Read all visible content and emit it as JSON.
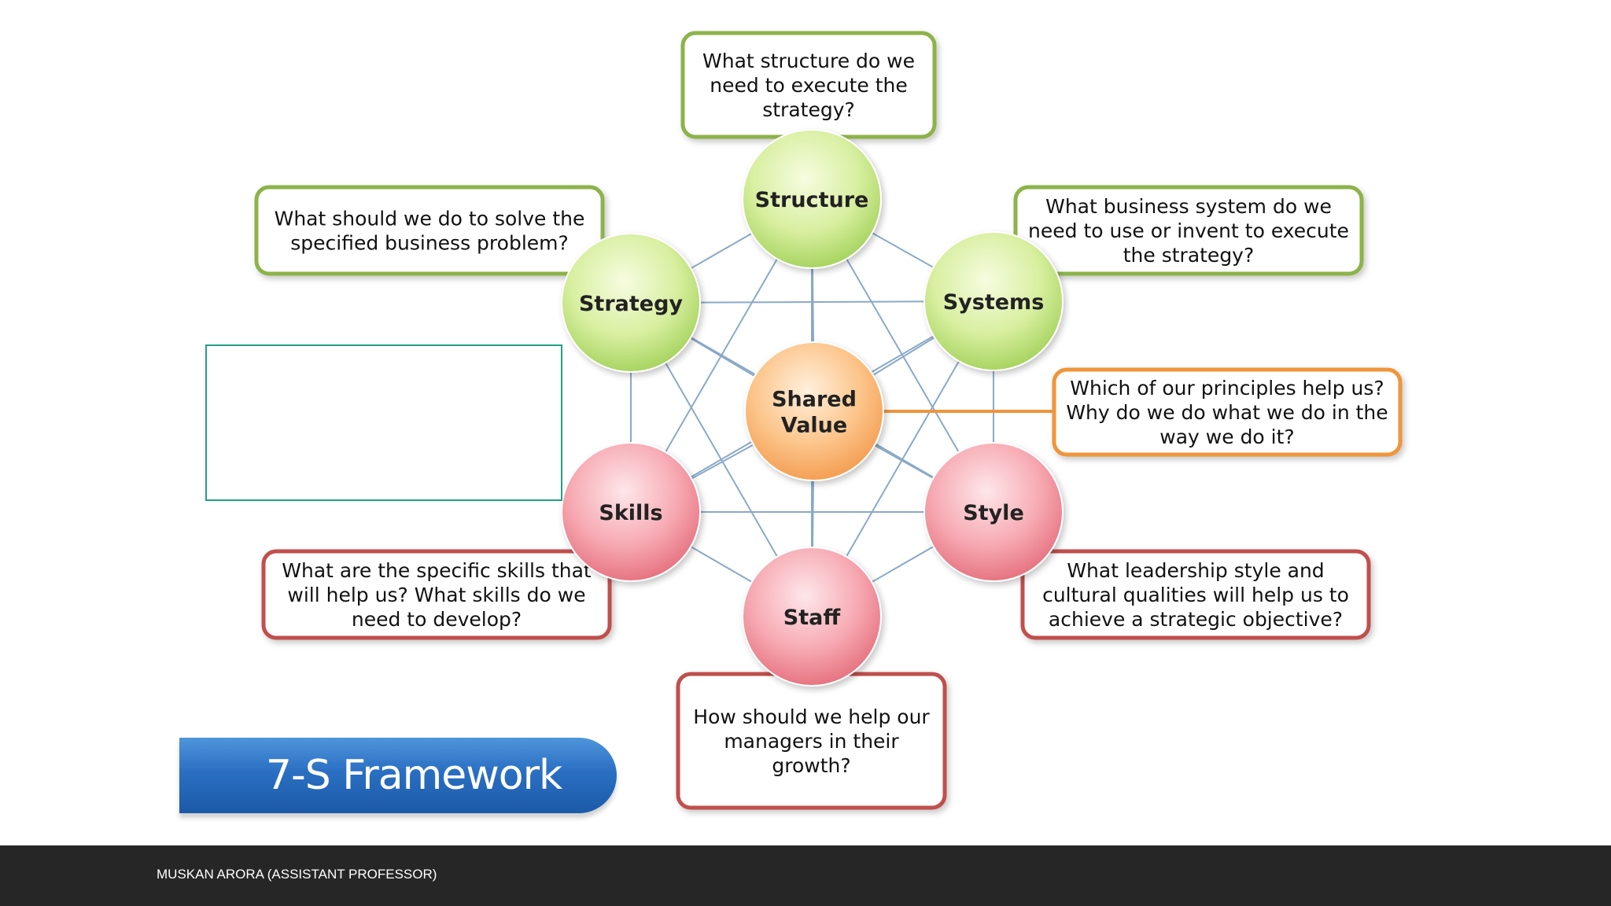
{
  "framework": {
    "title": "7-S Framework",
    "colors": {
      "hard": "#8db34a",
      "soft": "#c0504d",
      "core": "#f0953a",
      "connector": "#8aa9c8"
    },
    "nodes": [
      {
        "id": "structure",
        "label": [
          "Structure"
        ],
        "kind": "hard"
      },
      {
        "id": "strategy",
        "label": [
          "Strategy"
        ],
        "kind": "hard"
      },
      {
        "id": "systems",
        "label": [
          "Systems"
        ],
        "kind": "hard"
      },
      {
        "id": "shared-value",
        "label": [
          "Shared",
          "Value"
        ],
        "kind": "core"
      },
      {
        "id": "skills",
        "label": [
          "Skills"
        ],
        "kind": "soft"
      },
      {
        "id": "style",
        "label": [
          "Style"
        ],
        "kind": "soft"
      },
      {
        "id": "staff",
        "label": [
          "Staff"
        ],
        "kind": "soft"
      }
    ],
    "questions": [
      {
        "node": "structure",
        "kind": "hard",
        "lines": [
          "What structure do we",
          "need to execute  the",
          "strategy?"
        ]
      },
      {
        "node": "strategy",
        "kind": "hard",
        "lines": [
          "What should we do to solve the",
          "specified business  problem?"
        ]
      },
      {
        "node": "systems",
        "kind": "hard",
        "lines": [
          "What business  system do we",
          "need to use  or invent to execute",
          "the strategy?"
        ]
      },
      {
        "node": "shared-value",
        "kind": "core",
        "lines": [
          "Which of our  principles help us?",
          "Why do we do what we do in the",
          "way we do it?"
        ]
      },
      {
        "node": "skills",
        "kind": "soft",
        "lines": [
          "What are  the specific skills that",
          "will help us? What skills do we",
          "need to develop?"
        ]
      },
      {
        "node": "style",
        "kind": "soft",
        "lines": [
          "What leadership style and",
          "cultural qualities will help us to",
          "achieve a strategic objective?"
        ]
      },
      {
        "node": "staff",
        "kind": "soft",
        "lines": [
          "How should we help our",
          "managers in their",
          "growth?"
        ]
      }
    ]
  },
  "footer": {
    "text": "MUSKAN ARORA (ASSISTANT PROFESSOR)"
  }
}
